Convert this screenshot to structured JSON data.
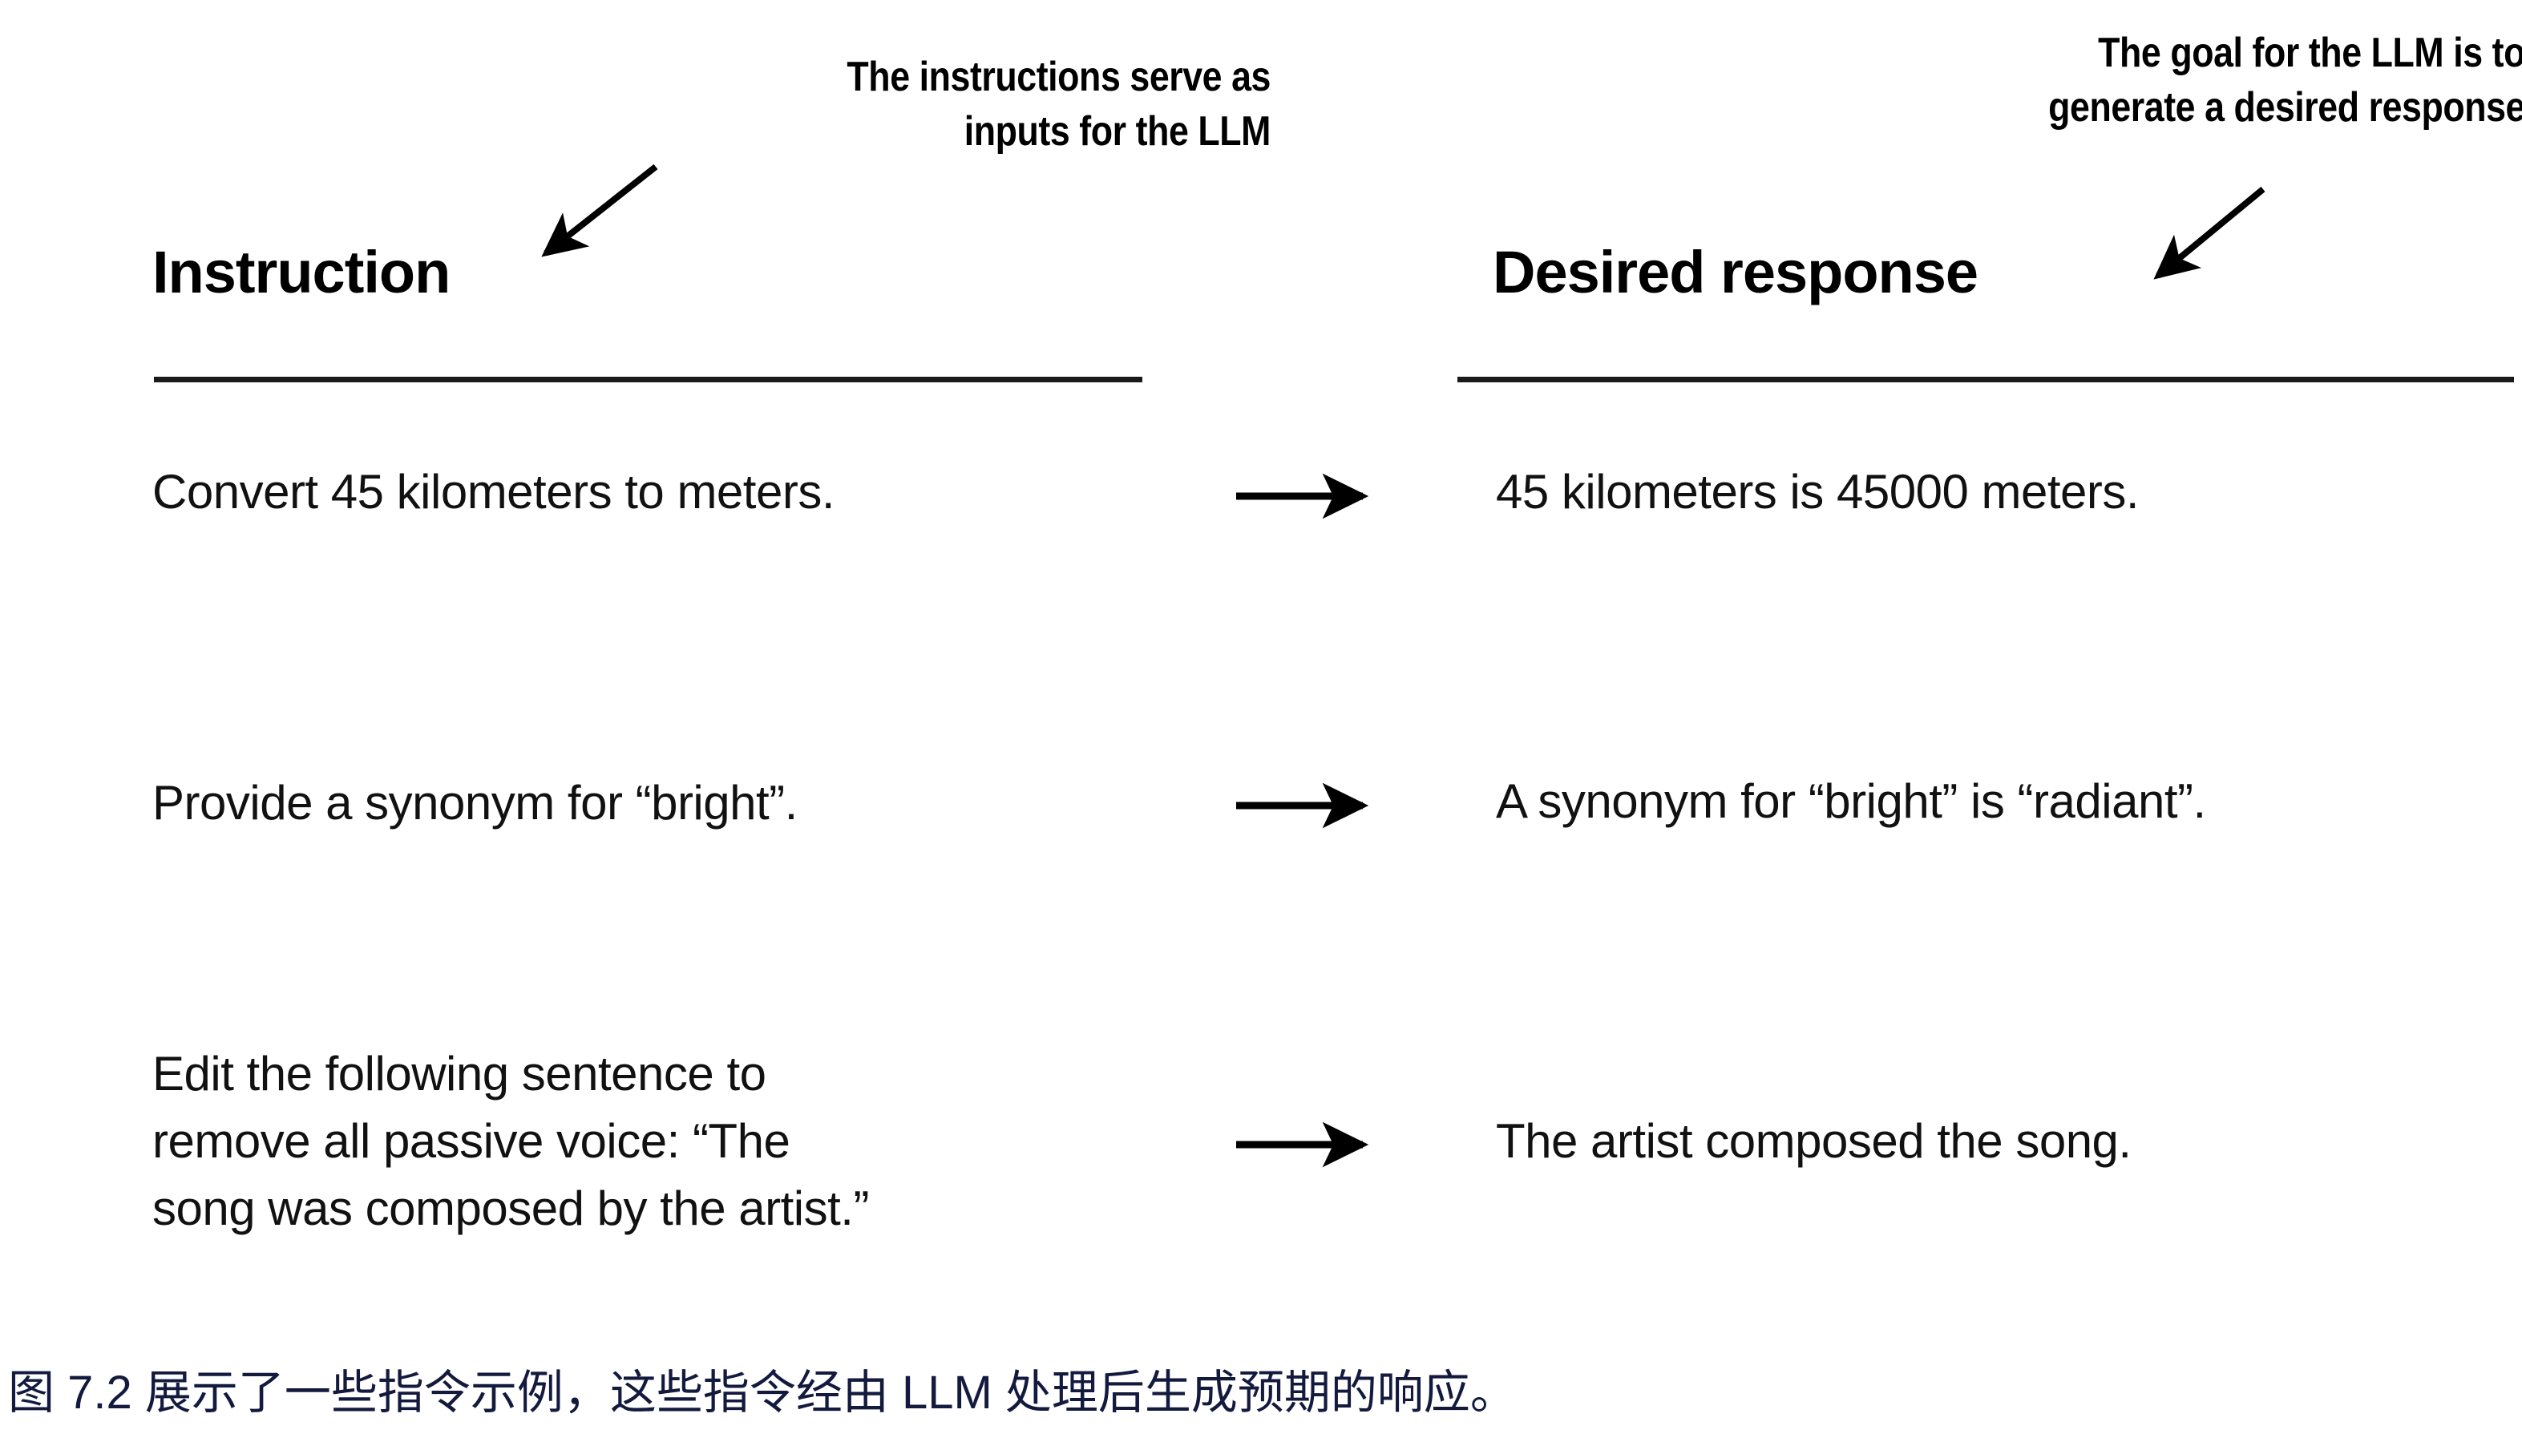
{
  "figure": {
    "annotations": {
      "left": "The instructions serve as\ninputs for the LLM",
      "right": "The goal for the LLM is to\ngenerate a desired response"
    },
    "columns": {
      "left_heading": "Instruction",
      "right_heading": "Desired response"
    },
    "rows": [
      {
        "instruction": "Convert 45 kilometers to meters.",
        "response": "45 kilometers is 45000 meters."
      },
      {
        "instruction": "Provide a synonym for “bright”.",
        "response": "A synonym for “bright” is “radiant”."
      },
      {
        "instruction": "Edit the following sentence to\nremove all passive voice: “The\nsong was composed by the artist.”",
        "response": "The artist composed the song."
      }
    ],
    "caption": "图 7.2 展示了一些指令示例，这些指令经由 LLM 处理后生成预期的响应。",
    "colors": {
      "text": "#111111",
      "heading": "#000000",
      "rule": "#1a1a1a",
      "arrow": "#000000",
      "caption": "#131a3e",
      "background": "#ffffff"
    }
  }
}
